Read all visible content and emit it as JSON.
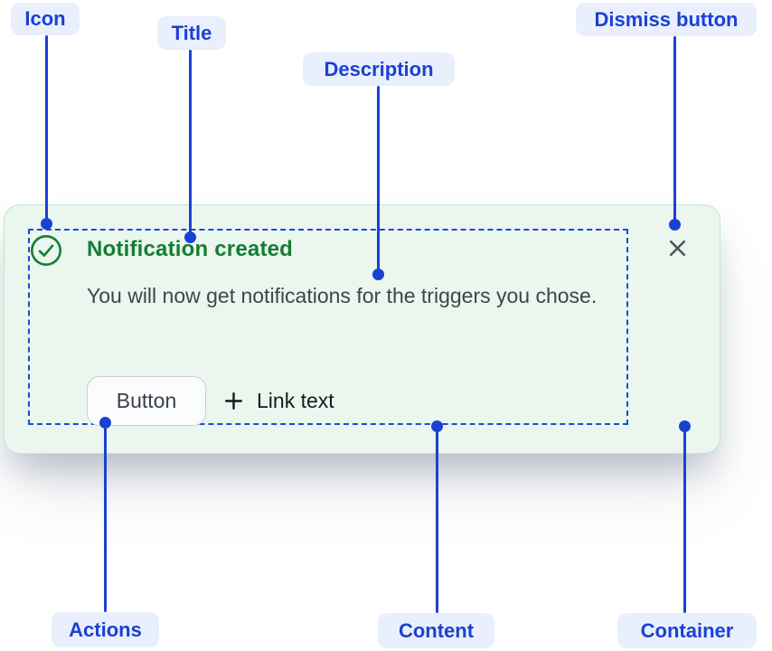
{
  "diagram": {
    "labels": {
      "icon": "Icon",
      "title": "Title",
      "description": "Description",
      "dismiss": "Dismiss button",
      "actions": "Actions",
      "content": "Content",
      "container": "Container"
    }
  },
  "notification": {
    "title": "Notification created",
    "description": "You will now get notifications for the triggers you chose.",
    "actions": {
      "button_label": "Button",
      "link_label": "Link text"
    },
    "icons": {
      "status": "check-circle-icon",
      "link_prefix": "plus-icon",
      "dismiss": "close-icon"
    }
  },
  "colors": {
    "annotation_blue": "#1B41D3",
    "annotation_pill_bg": "#E9EFFC",
    "success_green": "#147D32",
    "card_background": "#EBF6EF",
    "card_border": "#C3E5CF",
    "description_text": "#3F444A",
    "dismiss_icon": "#53575D"
  }
}
